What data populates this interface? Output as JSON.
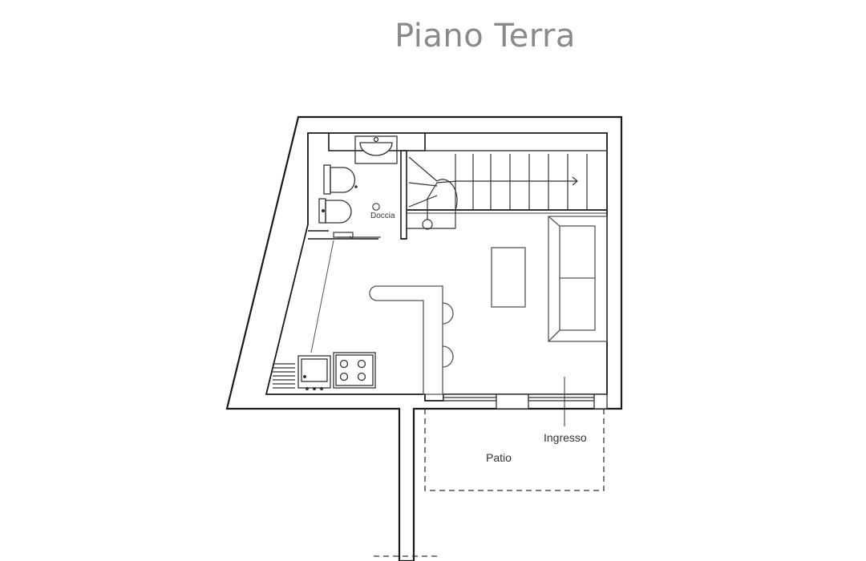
{
  "title": "Piano Terra",
  "rooms": {
    "shower": "Doccia",
    "entrance": "Ingresso",
    "patio": "Patio"
  },
  "colors": {
    "title": "#8a8a8a",
    "wall": "#1a1a1a",
    "fixture": "#555555"
  }
}
